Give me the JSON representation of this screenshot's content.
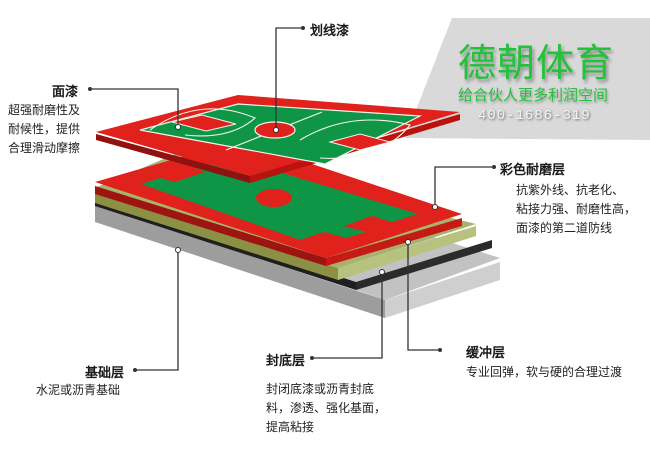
{
  "brand": {
    "name": "德朝体育",
    "slogan": "给合伙人更多利润空间",
    "phone": "400-1686-319",
    "banner_color": "#d9d9d9",
    "text_color": "#22c23a"
  },
  "colors": {
    "court_red": "#e0211c",
    "court_green": "#0e9646",
    "court_line": "#f4f4ee",
    "buffer_layer": "#a7b36a",
    "sealer_layer": "#262626",
    "base_layer": "#b9b9b9",
    "leader_line": "#333333"
  },
  "layers": [
    {
      "id": "top-coat",
      "title": "面漆",
      "description": [
        "超强耐磨性及",
        "耐候性，提供",
        "合理滑动摩擦"
      ]
    },
    {
      "id": "line-paint",
      "title": "划线漆",
      "description": []
    },
    {
      "id": "color-wear-layer",
      "title": "彩色耐磨层",
      "description": [
        "抗紫外线、抗老化、",
        "粘接力强、耐磨性高，",
        "面漆的第二道防线"
      ]
    },
    {
      "id": "buffer-layer",
      "title": "缓冲层",
      "description": [
        "专业回弹，软与硬的合理过渡"
      ]
    },
    {
      "id": "sealer-layer",
      "title": "封底层",
      "description": [
        "封闭底漆或沥青封底",
        "料，渗透、强化基面，",
        "提高粘接"
      ]
    },
    {
      "id": "base-layer",
      "title": "基础层",
      "description": [
        "水泥或沥青基础"
      ]
    }
  ]
}
